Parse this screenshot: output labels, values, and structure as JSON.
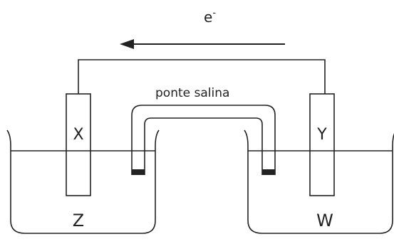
{
  "electron_flow": {
    "symbol": "e",
    "superscript": "-",
    "direction": "right-to-left"
  },
  "salt_bridge": {
    "label": "ponte salina"
  },
  "electrodes": {
    "left": {
      "label": "X"
    },
    "right": {
      "label": "Y"
    }
  },
  "solutions": {
    "left": {
      "label": "Z"
    },
    "right": {
      "label": "W"
    }
  },
  "colors": {
    "line": "#222222",
    "background": "#ffffff"
  }
}
